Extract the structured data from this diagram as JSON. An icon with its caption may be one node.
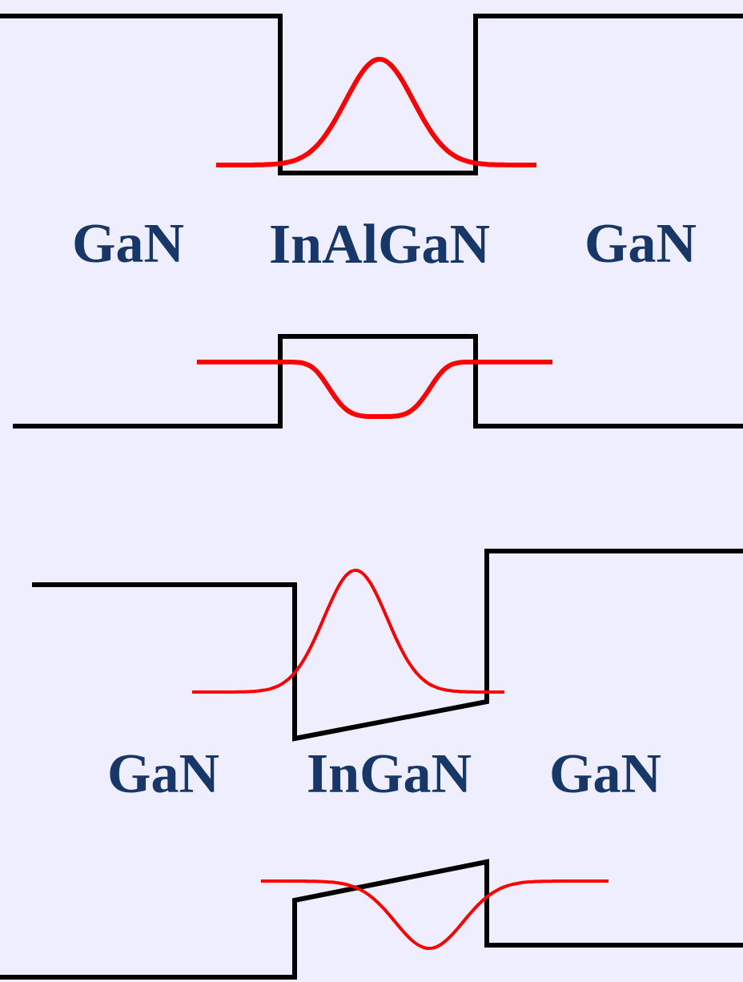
{
  "diagram": {
    "labels": [
      "GaN",
      "InAlGaN",
      "GaN",
      "GaN",
      "InGaN",
      "GaN"
    ]
  }
}
